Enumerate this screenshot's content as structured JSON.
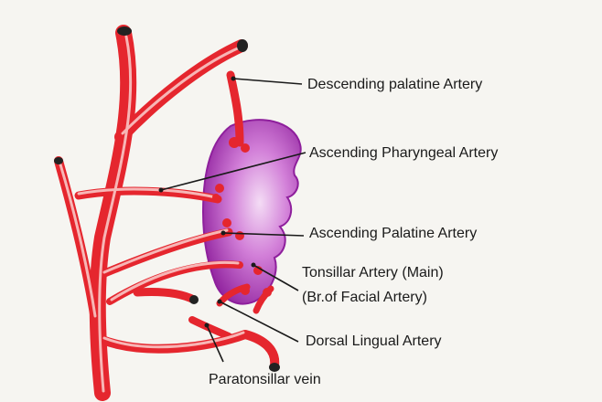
{
  "labels": {
    "descending_palatine": "Descending palatine Artery",
    "ascending_pharyngeal": "Ascending Pharyngeal Artery",
    "ascending_palatine": "Ascending Palatine Artery",
    "tonsillar_main_line1": "Tonsillar Artery (Main)",
    "tonsillar_main_line2": "(Br.of Facial Artery)",
    "dorsal_lingual": "Dorsal Lingual Artery",
    "paratonsillar_vein": "Paratonsillar vein"
  },
  "colors": {
    "artery": "#e5262e",
    "artery_highlight": "#f7b6b6",
    "tonsil": "#a62fb0",
    "tonsil_light": "#d27fd8",
    "leader_line": "#1a1a1a"
  }
}
